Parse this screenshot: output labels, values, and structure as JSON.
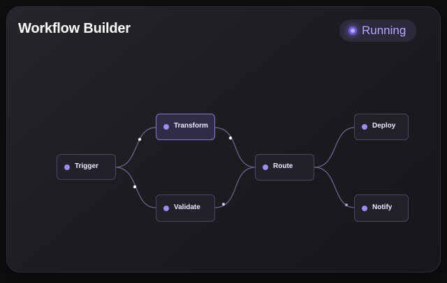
{
  "header": {
    "title": "Workflow Builder"
  },
  "status": {
    "label": "Running",
    "color": "#b5a8ff"
  },
  "nodes": {
    "trigger": {
      "label": "Trigger"
    },
    "transform": {
      "label": "Transform",
      "active": true
    },
    "validate": {
      "label": "Validate"
    },
    "route": {
      "label": "Route"
    },
    "deploy": {
      "label": "Deploy"
    },
    "notify": {
      "label": "Notify"
    }
  },
  "edges": [
    {
      "from": "trigger",
      "to": "transform"
    },
    {
      "from": "trigger",
      "to": "validate"
    },
    {
      "from": "transform",
      "to": "route"
    },
    {
      "from": "validate",
      "to": "route"
    },
    {
      "from": "route",
      "to": "deploy"
    },
    {
      "from": "route",
      "to": "notify"
    }
  ],
  "colors": {
    "accent": "#9b8ef0",
    "edge": "#6f6896"
  }
}
